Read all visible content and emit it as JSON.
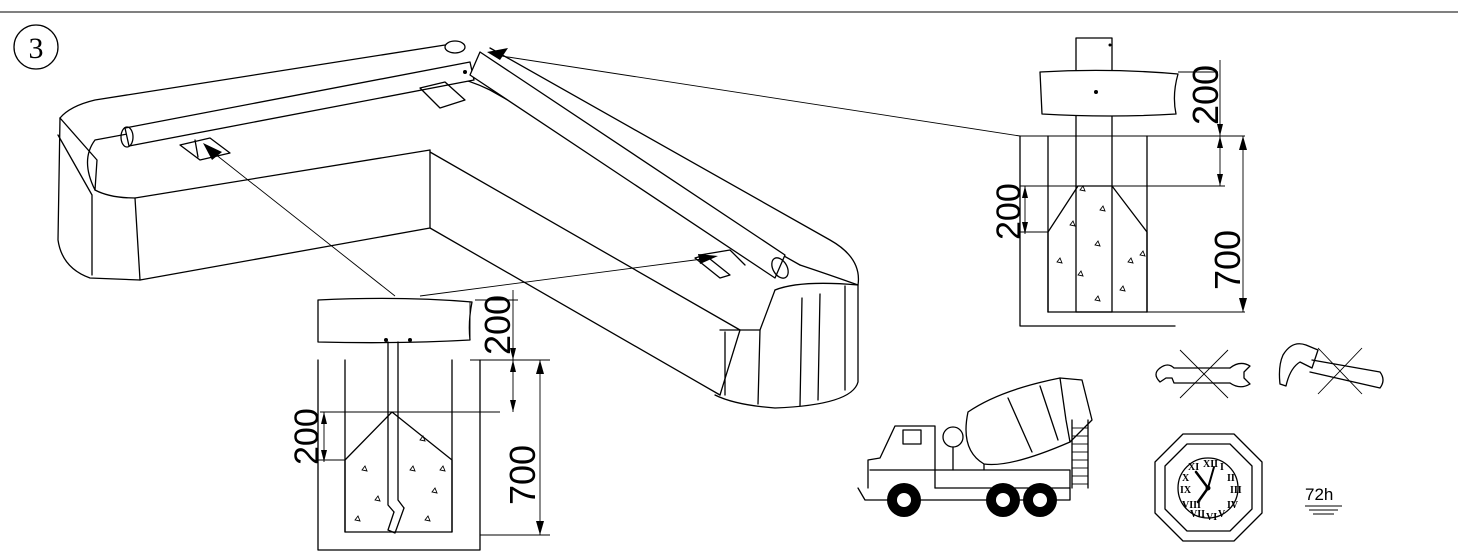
{
  "step": {
    "number": "3"
  },
  "detail_bottom": {
    "dim_top": "200",
    "dim_left": "200",
    "dim_right": "700"
  },
  "detail_right": {
    "dim_top": "200",
    "dim_left": "200",
    "dim_right": "700"
  },
  "curing": {
    "time": "72h"
  },
  "icons": [
    "wrench-icon",
    "hammer-icon",
    "concrete-mixer-truck-icon",
    "clock-icon",
    "cross-out-icon"
  ],
  "colors": {
    "ink": "#000000",
    "paper": "#ffffff"
  }
}
